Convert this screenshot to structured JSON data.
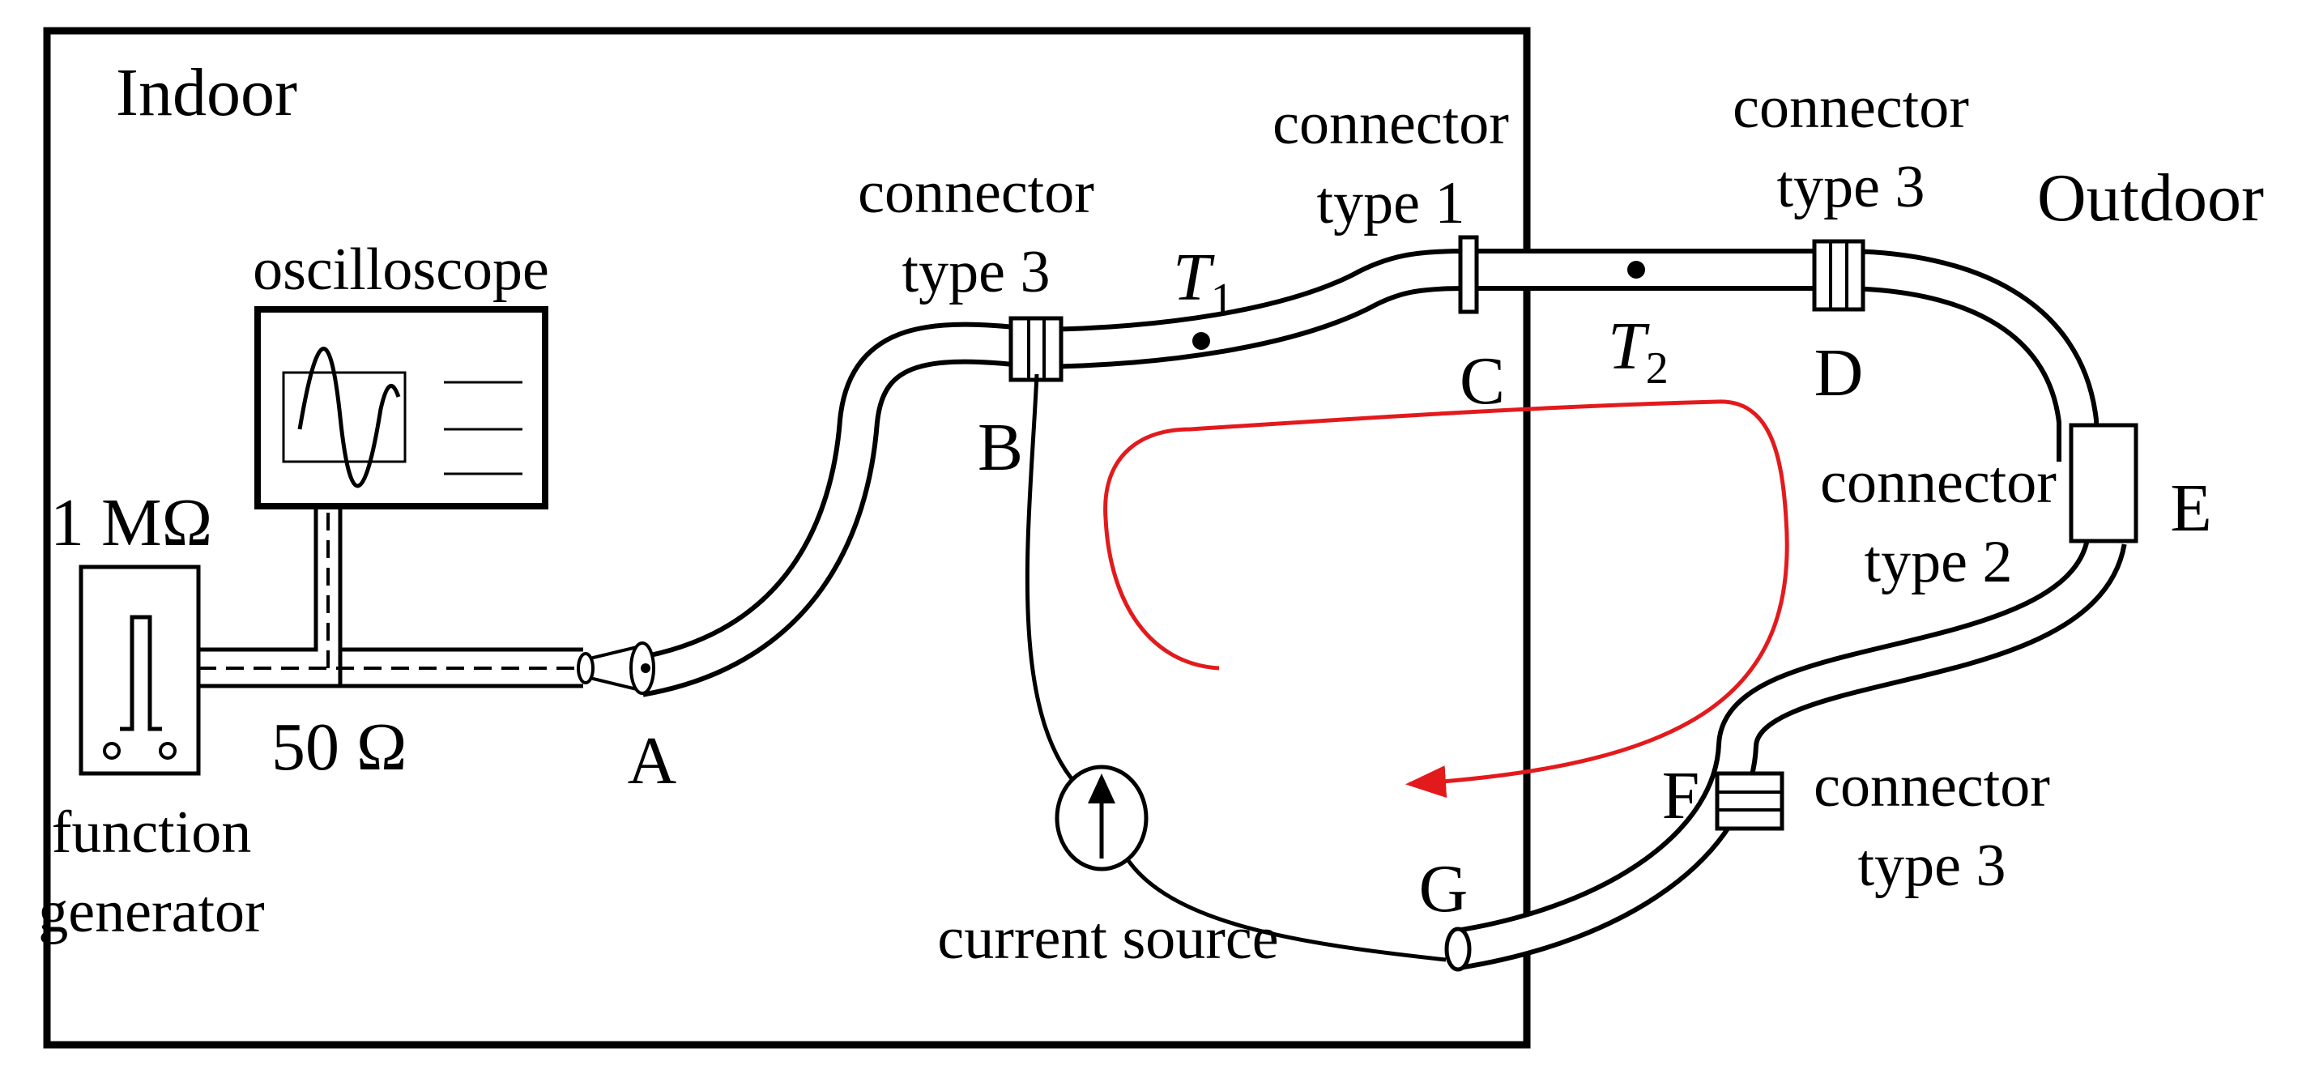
{
  "regions": {
    "indoor": "Indoor",
    "outdoor": "Outdoor"
  },
  "devices": {
    "oscilloscope": "oscilloscope",
    "function_generator_line1": "function",
    "function_generator_line2": "generator",
    "current_source": "current source",
    "input_impedance": "1 MΩ",
    "line_impedance": "50 Ω"
  },
  "points": {
    "A": "A",
    "B": "B",
    "C": "C",
    "D": "D",
    "E": "E",
    "F": "F",
    "G": "G"
  },
  "sensors": {
    "t1_letter": "T",
    "t1_sub": "1",
    "t2_letter": "T",
    "t2_sub": "2"
  },
  "connectors": {
    "b_line1": "connector",
    "b_line2": "type 3",
    "c_line1": "connector",
    "c_line2": "type 1",
    "d_line1": "connector",
    "d_line2": "type 3",
    "e_line1": "connector",
    "e_line2": "type 2",
    "f_line1": "connector",
    "f_line2": "type 3"
  },
  "colors": {
    "ink": "#000000",
    "loop_arrow": "#e31a1c",
    "background": "#ffffff"
  }
}
